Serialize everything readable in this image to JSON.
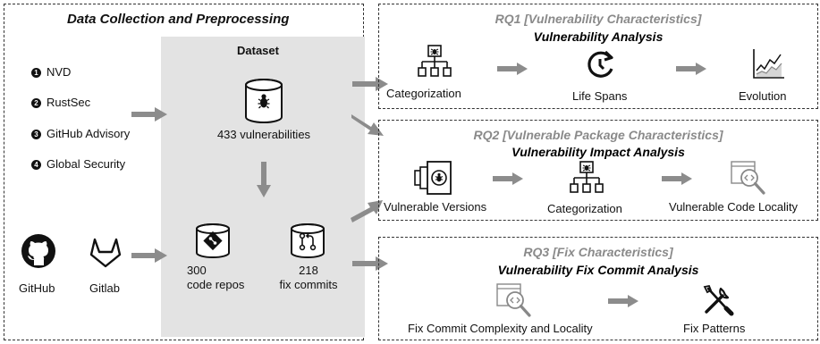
{
  "collection": {
    "title": "Data Collection and Preprocessing",
    "sources": [
      {
        "num": "1",
        "label": "NVD"
      },
      {
        "num": "2",
        "label": "RustSec"
      },
      {
        "num": "3",
        "label": "GitHub Advisory"
      },
      {
        "num": "4",
        "label": "Global Security"
      }
    ],
    "platforms": {
      "github": "GitHub",
      "gitlab": "Gitlab"
    },
    "dataset": {
      "title": "Dataset",
      "vulnerabilities_count": "433",
      "vulnerabilities_label": "vulnerabilities",
      "repos_count": "300",
      "repos_label": "code repos",
      "commits_count": "218",
      "commits_label": "fix commits"
    }
  },
  "rq1": {
    "title": "RQ1 [Vulnerability Characteristics]",
    "subtitle": "Vulnerability Analysis",
    "steps": [
      "Categorization",
      "Life Spans",
      "Evolution"
    ]
  },
  "rq2": {
    "title": "RQ2 [Vulnerable Package Characteristics]",
    "subtitle": "Vulnerability Impact Analysis",
    "steps": [
      "Vulnerable Versions",
      "Categorization",
      "Vulnerable Code Locality"
    ]
  },
  "rq3": {
    "title": "RQ3 [Fix Characteristics]",
    "subtitle": "Vulnerability Fix Commit Analysis",
    "steps": [
      "Fix Commit Complexity and Locality",
      "Fix Patterns"
    ]
  },
  "colors": {
    "arrow": "#8c8c8c",
    "dataset_bg": "#e3e3e3",
    "rq_title": "#8a8a8a",
    "border": "#333333"
  },
  "icons": [
    "bug-icon",
    "database-icon",
    "hierarchy-icon",
    "clock-refresh-icon",
    "line-chart-icon",
    "version-icon",
    "code-search-icon",
    "tools-icon",
    "github-icon",
    "gitlab-icon",
    "git-repo-icon",
    "commit-icon"
  ]
}
